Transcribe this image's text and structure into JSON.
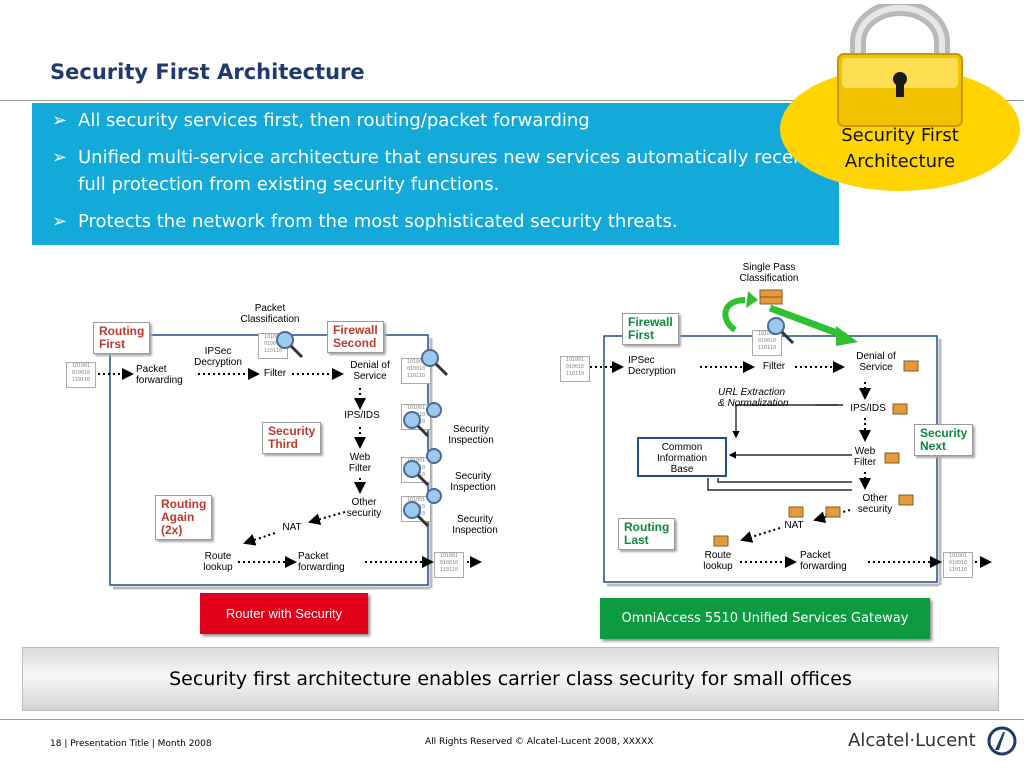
{
  "slide": {
    "title": "Security First Architecture",
    "bullets": [
      "All security services first, then routing/packet forwarding",
      "Unified multi-service architecture that ensures new services automatically receive full protection from existing security functions.",
      "Protects the network from the most sophisticated security threats."
    ],
    "badge": {
      "line1": "Security First",
      "line2": "Architecture"
    }
  },
  "left_diagram": {
    "packet_classification": "Packet\nClassification",
    "routing_first": "Routing\nFirst",
    "firewall_second": "Firewall\nSecond",
    "security_third": "Security\nThird",
    "routing_again": "Routing\nAgain\n(2x)",
    "ipsec": "IPSec\nDecryption",
    "packet_forwarding_in": "Packet\nforwarding",
    "filter": "Filter",
    "denial": "Denial of\nService",
    "ips": "IPS/IDS",
    "web_filter": "Web\nFilter",
    "other_security": "Other\nsecurity",
    "nat": "NAT",
    "route_lookup": "Route\nlookup",
    "packet_forwarding_out": "Packet\nforwarding",
    "sec_inspection_1": "Security\nInspection",
    "sec_inspection_2": "Security\nInspection",
    "sec_inspection_3": "Security\nInspection",
    "caption": "Router with Security"
  },
  "right_diagram": {
    "single_pass": "Single Pass\nClassification",
    "firewall_first": "Firewall\nFirst",
    "security_next": "Security\nNext",
    "routing_last": "Routing\nLast",
    "ipsec": "IPSec\nDecryption",
    "filter": "Filter",
    "denial": "Denial of\nService",
    "url": "URL Extraction\n& Normalization",
    "ips": "IPS/IDS",
    "cib": "Common\nInformation\nBase",
    "web_filter": "Web\nFilter",
    "other_security": "Other\nsecurity",
    "nat": "NAT",
    "route_lookup": "Route\nlookup",
    "packet_forwarding": "Packet\nforwarding",
    "caption": "OmniAccess 5510 Unified Services Gateway"
  },
  "binary": "101001\n010010\n110110",
  "banner": "Security first architecture enables carrier class security for small offices",
  "footer": {
    "left": "18 | Presentation Title | Month 2008",
    "center": "All Rights Reserved © Alcatel-Lucent 2008, XXXXX",
    "logo": "Alcatel·Lucent"
  },
  "colors": {
    "cyan": "#13a9d9",
    "yellow": "#ffd400",
    "navy": "#1f3a6e",
    "red": "#e0001a",
    "green": "#0c9c3f"
  },
  "icons": [
    "padlock-icon",
    "magnifier-icon",
    "binary-packet-icon",
    "bricks-icon",
    "bullet-arrow-icon"
  ]
}
